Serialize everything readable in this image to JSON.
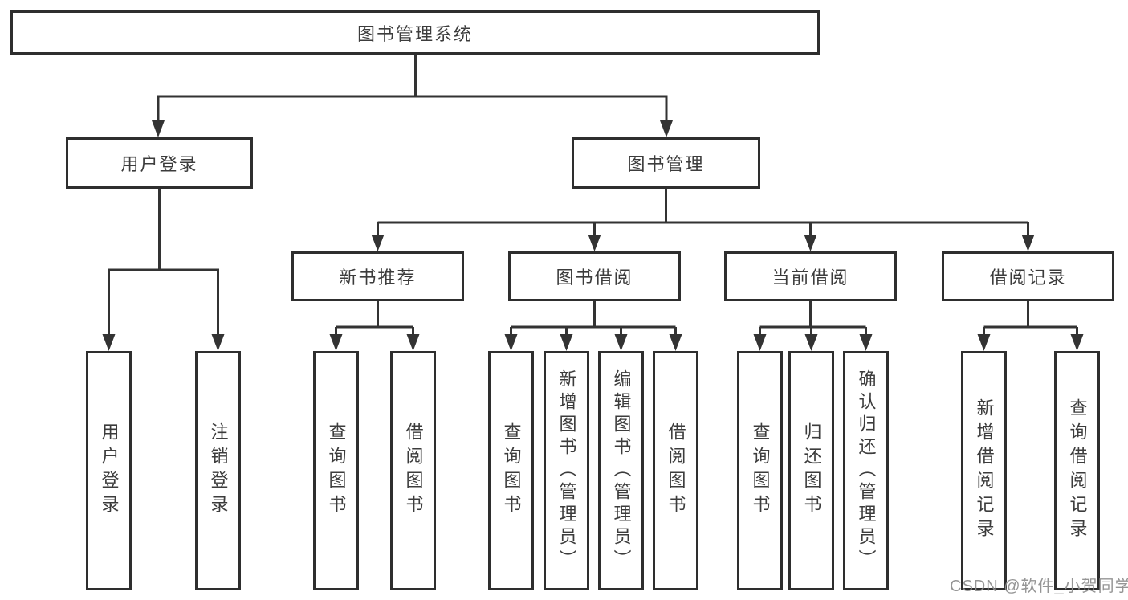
{
  "diagram": {
    "root": {
      "label": "图书管理系统"
    },
    "branches": [
      {
        "label": "用户登录",
        "leaves": [
          {
            "label": "用户登录"
          },
          {
            "label": "注销登录"
          }
        ]
      },
      {
        "label": "图书管理",
        "groups": [
          {
            "label": "新书推荐",
            "leaves": [
              {
                "label": "查询图书"
              },
              {
                "label": "借阅图书"
              }
            ]
          },
          {
            "label": "图书借阅",
            "leaves": [
              {
                "label": "查询图书"
              },
              {
                "label": "新增图书（管理员）"
              },
              {
                "label": "编辑图书（管理员）"
              },
              {
                "label": "借阅图书"
              }
            ]
          },
          {
            "label": "当前借阅",
            "leaves": [
              {
                "label": "查询图书"
              },
              {
                "label": "归还图书"
              },
              {
                "label": "确认归还（管理员）"
              }
            ]
          },
          {
            "label": "借阅记录",
            "leaves": [
              {
                "label": "新增借阅记录"
              },
              {
                "label": "查询借阅记录"
              }
            ]
          }
        ]
      }
    ]
  },
  "watermark": {
    "text": "CSDN @软件_小贺同学"
  },
  "colors": {
    "line": "#333333",
    "box_border": "#2e2e2e",
    "text": "#3c3c3c",
    "watermark": "#8f8f8f",
    "background": "#ffffff"
  }
}
